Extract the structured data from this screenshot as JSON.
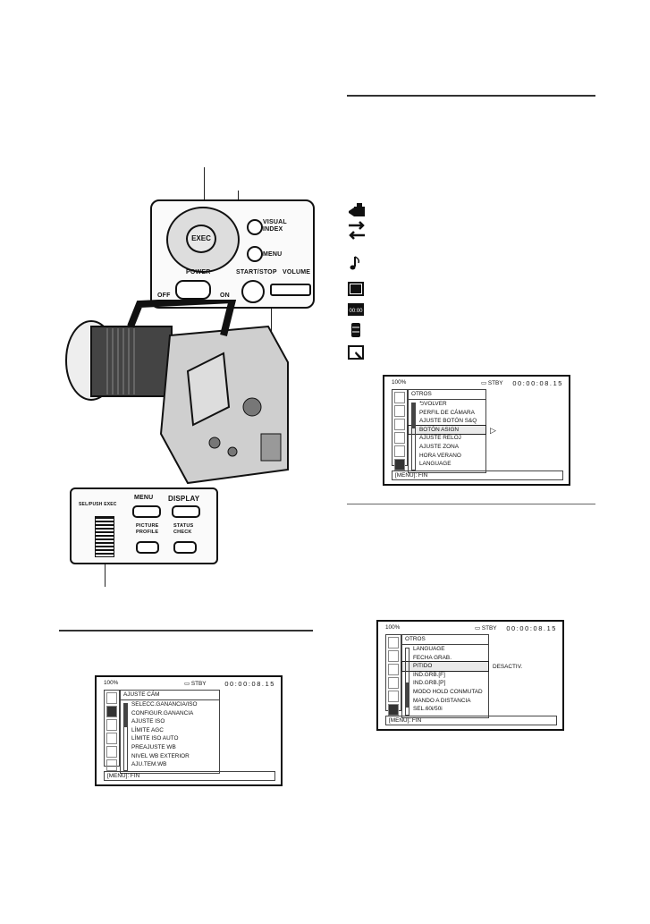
{
  "camera": {
    "buttons": {
      "exec": "EXEC",
      "visual_index": "VISUAL\nINDEX",
      "menu": "MENU",
      "power": "POWER",
      "off": "OFF",
      "on": "ON",
      "start_stop": "START/STOP",
      "volume": "VOLUME",
      "sel_push_exec": "SEL/PUSH EXEC",
      "menu_lower": "MENU",
      "display": "DISPLAY",
      "picture_profile": "PICTURE\nPROFILE",
      "status_check": "STATUS\nCHECK"
    }
  },
  "icon_list": [
    "camera-settings-icon",
    "audio-settings-icon",
    "sound-icon",
    "display-icon",
    "clock-icon",
    "storage-icon",
    "other-icon"
  ],
  "lcd_camera": {
    "battery": "100%",
    "status": "STBY",
    "timecode": "00:00:08.15",
    "title": "AJUSTE CÁM",
    "items": [
      "SELECC.GANANCIA/ISO",
      "CONFIGUR.GANANCIA",
      "AJUSTE ISO",
      "LÍMITE AGC",
      "LÍMITE ISO AUTO",
      "PREAJUSTE WB",
      "NIVEL WB EXTERIOR",
      "AJU.TEM.WB"
    ],
    "footer": "[MENU]: FIN"
  },
  "lcd_otros1": {
    "battery": "100%",
    "status": "STBY",
    "timecode": "00:00:08.15",
    "title": "OTROS",
    "items": [
      "⮌VOLVER",
      "PERFIL DE CÁMARA",
      "AJUSTE BOTÓN S&Q",
      "BOTÓN ASIGN",
      "AJUSTE RELOJ",
      "AJUSTE ZONA",
      "HORA VERANO",
      "LANGUAGE"
    ],
    "selected_index": 3,
    "side": "▷",
    "footer": "[MENU]: FIN"
  },
  "lcd_otros2": {
    "battery": "100%",
    "status": "STBY",
    "timecode": "00:00:08.15",
    "title": "OTROS",
    "items": [
      "LANGUAGE",
      "FECHA GRAB.",
      "PITIDO",
      "IND.GRB.[F]",
      "IND.GRB.[P]",
      "MODO HOLD CONMUTAD",
      "MANDO A DISTANCIA",
      "SEL.60i/50i"
    ],
    "selected_index": 2,
    "side": "DESACTIV.",
    "footer": "[MENU]: FIN"
  }
}
